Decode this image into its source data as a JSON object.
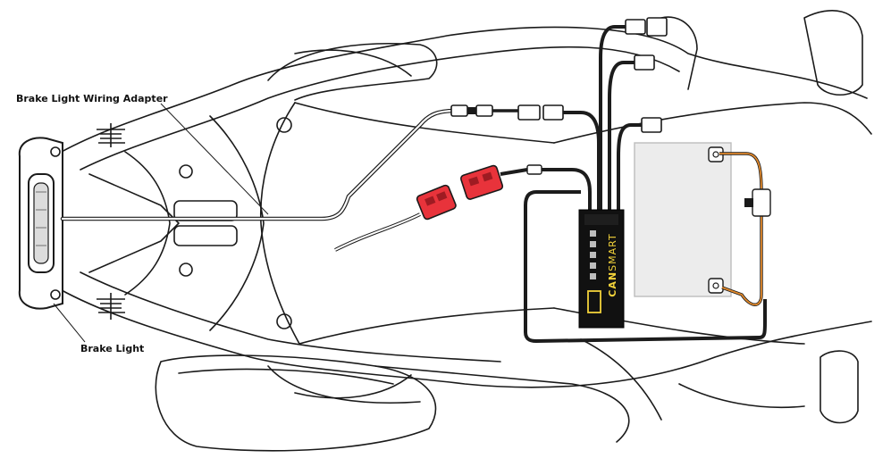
{
  "labels": {
    "brake_light_wiring_adapter": "Brake Light Wiring Adapter",
    "brake_light": "Brake Light"
  },
  "module": {
    "brand_top": "CAN",
    "brand_bottom": "SMART"
  },
  "colors": {
    "outline": "#1a1a1a",
    "harness": "#1c1c1c",
    "module_body": "#111111",
    "brand_text": "#f2d23a",
    "connector_red": "#e8333b",
    "battery_fill": "#ececec",
    "battery_lead": "#e38a2c"
  }
}
